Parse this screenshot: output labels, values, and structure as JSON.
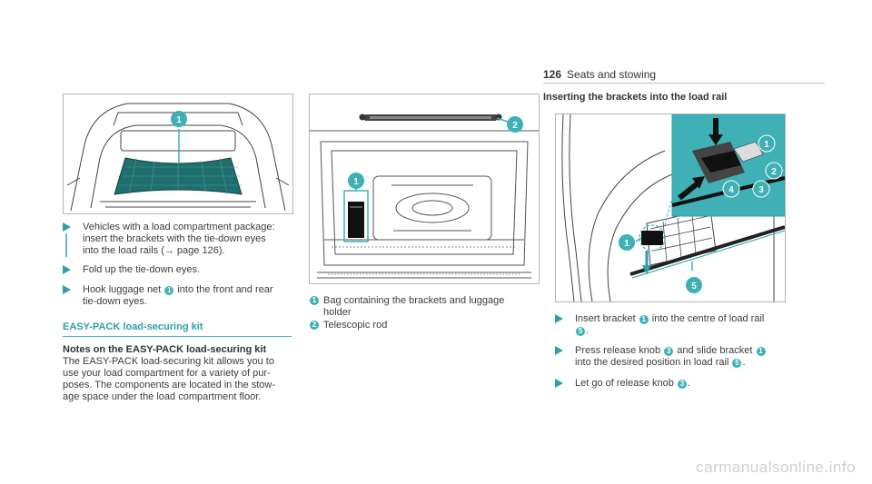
{
  "header": {
    "page_number": "126",
    "section_title": "Seats and stowing"
  },
  "left_column": {
    "steps": [
      {
        "lines": [
          "Vehicles with a load compartment package:",
          "insert the brackets with the tie-down eyes",
          "into the load rails (→ page 126)."
        ]
      },
      {
        "lines": [
          "Fold up the tie-down eyes."
        ]
      },
      {
        "line1_before": "Hook luggage net",
        "line1_badge": "1",
        "line1_after": "into the front and rear",
        "line2": "tie-down eyes."
      }
    ],
    "section_heading": "EASY-PACK load-securing kit",
    "notes_heading": "Notes on the EASY-PACK load-securing kit",
    "notes_lines": [
      "The EASY-PACK load-securing kit allows you to",
      "use your load compartment for a variety of pur-",
      "poses. The components are located in the stow-",
      "age space under the load compartment floor."
    ]
  },
  "middle_column": {
    "legend": [
      {
        "badge": "1",
        "lines": [
          "Bag containing the brackets and luggage",
          "holder"
        ]
      },
      {
        "badge": "2",
        "lines": [
          "Telescopic rod"
        ]
      }
    ]
  },
  "right_column": {
    "heading": "Inserting the brackets into the load rail",
    "steps": [
      {
        "line1_before": "Insert bracket",
        "line1_badge": "1",
        "line1_after": "into the centre of load rail",
        "line2_badge": "5",
        "line2_after": "."
      },
      {
        "line1_before": "Press release knob",
        "line1_badge": "3",
        "line1_mid": "and slide bracket",
        "line1_badge2": "1",
        "line2_before": "into the desired position in load rail",
        "line2_badge": "5",
        "line2_after": "."
      },
      {
        "line1_before": "Let go of release knob",
        "line1_badge": "3",
        "line1_after": "."
      }
    ]
  },
  "figures": {
    "fig1_callouts": [
      "1"
    ],
    "fig2_callouts": [
      "1",
      "2"
    ],
    "fig3_callouts": [
      "1",
      "2",
      "3",
      "4",
      "1",
      "5"
    ]
  },
  "watermark": "carmanualsonline.info",
  "colors": {
    "accent": "#3fb0b5",
    "accent_text": "#2e9fa8",
    "net": "#1f6f6e"
  }
}
